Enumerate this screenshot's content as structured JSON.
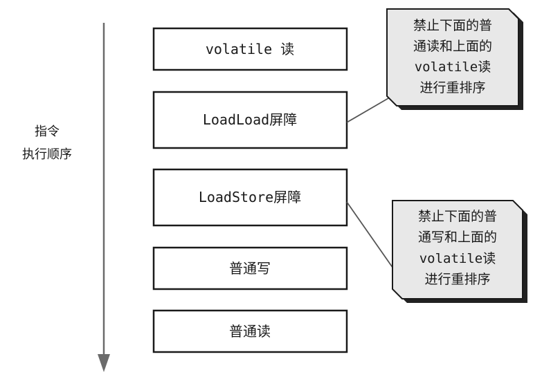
{
  "axis": {
    "label_line1": "指令",
    "label_line2": "执行顺序"
  },
  "boxes": [
    {
      "label": "volatile 读"
    },
    {
      "label": "LoadLoad屏障"
    },
    {
      "label": "LoadStore屏障"
    },
    {
      "label": "普通写"
    },
    {
      "label": "普通读"
    }
  ],
  "notes": [
    {
      "lines": [
        "禁止下面的普",
        "通读和上面的",
        "volatile读",
        "进行重排序"
      ]
    },
    {
      "lines": [
        "禁止下面的普",
        "通写和上面的",
        "volatile读",
        "进行重排序"
      ]
    }
  ],
  "colors": {
    "stroke": "#1a1a1a",
    "arrow": "#6b6b6b",
    "note_fill": "#e8e8e8",
    "note_shadow": "#222222",
    "connector": "#555555"
  }
}
